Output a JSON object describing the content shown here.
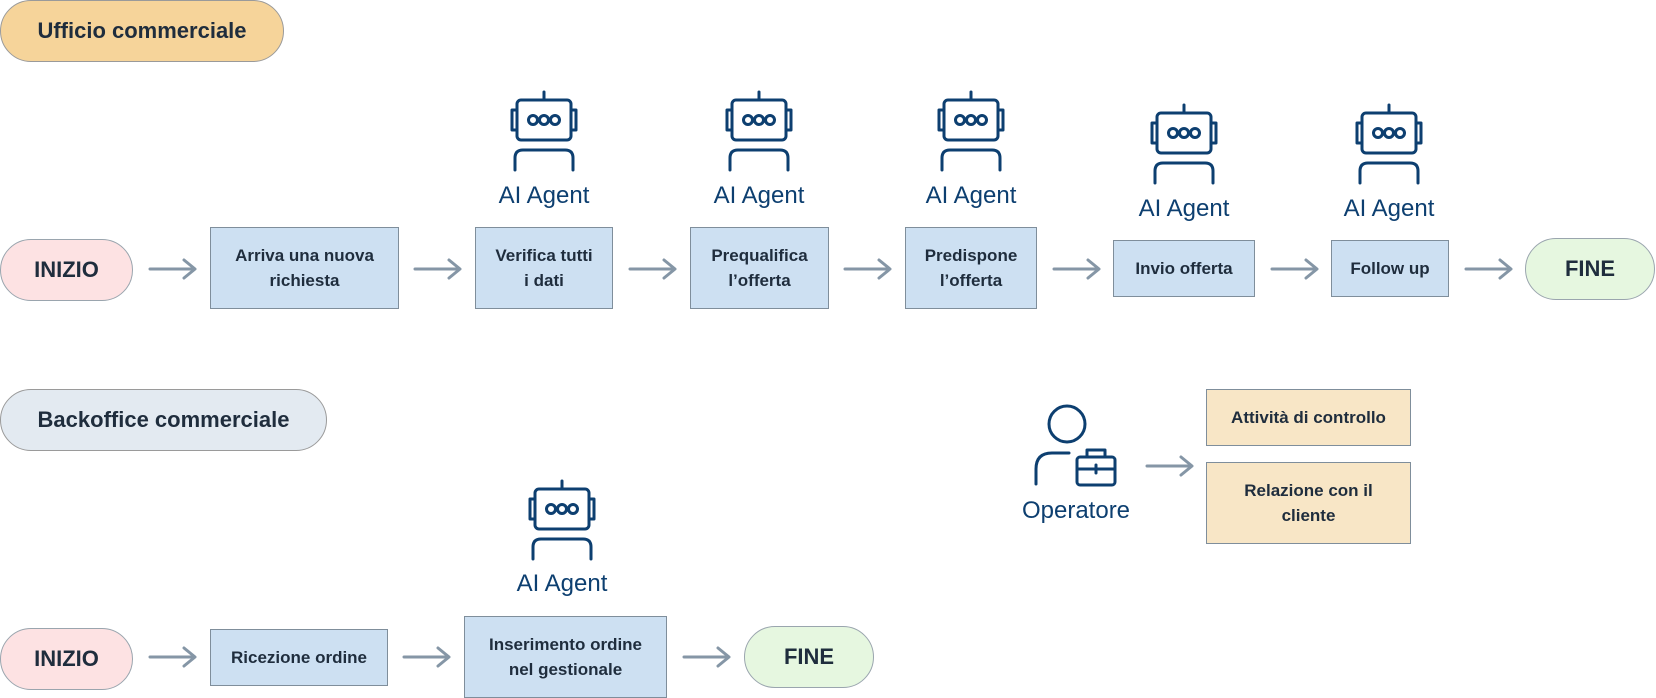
{
  "lanes": {
    "top": {
      "title": "Ufficio commerciale"
    },
    "bottom": {
      "title": "Backoffice commerciale"
    }
  },
  "top_flow": {
    "start": "INIZIO",
    "end": "FINE",
    "steps": [
      "Arriva una nuova\nrichiesta",
      "Verifica tutti\ni dati",
      "Prequalifica\nl’offerta",
      "Predispone\nl’offerta",
      "Invio offerta",
      "Follow up"
    ],
    "agent_label": "AI Agent"
  },
  "bottom_flow": {
    "start": "INIZIO",
    "end": "FINE",
    "steps": [
      "Ricezione ordine",
      "Inserimento ordine\nnel gestionale"
    ],
    "agent_label": "AI Agent"
  },
  "operator": {
    "label": "Operatore",
    "tasks": [
      "Attività di controllo",
      "Relazione con il\ncliente"
    ]
  },
  "icons": {
    "agent": "robot-icon",
    "operator": "person-briefcase-icon",
    "arrow": "arrow-right-icon"
  },
  "colors": {
    "icon_blue": "#0d3f70",
    "arrow_grey": "#8596a6",
    "lane_orange": "#f6d49a",
    "lane_grey": "#e3eaf1",
    "start_pink": "#fde2e3",
    "end_green": "#e6f7e0",
    "step_blue": "#cde0f2",
    "task_beige": "#f8e6c6"
  }
}
